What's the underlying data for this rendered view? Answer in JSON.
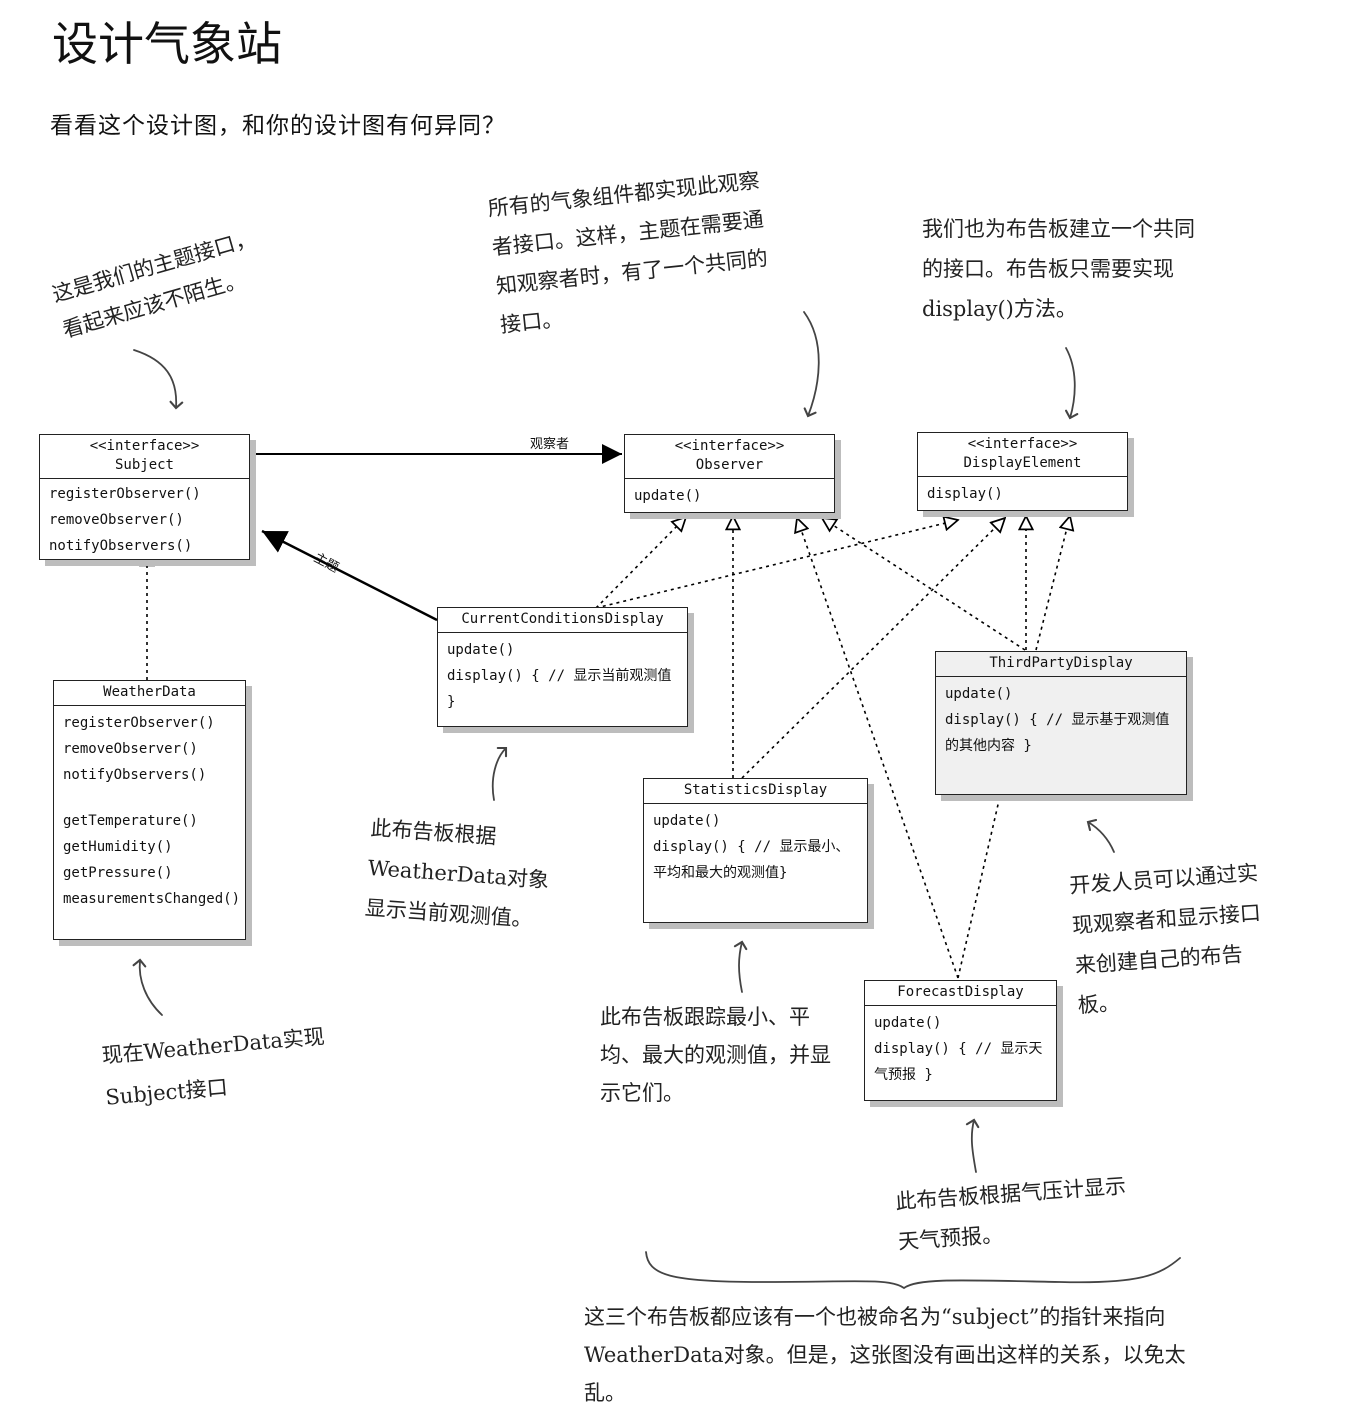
{
  "page": {
    "title": "设计气象站",
    "subtitle": "看看这个设计图，和你的设计图有何异同？"
  },
  "classes": {
    "subject": {
      "stereotype": "<<interface>>",
      "name": "Subject",
      "methods": [
        "registerObserver()",
        "removeObserver()",
        "notifyObservers()"
      ]
    },
    "observer": {
      "stereotype": "<<interface>>",
      "name": "Observer",
      "methods": [
        "update()"
      ]
    },
    "display_element": {
      "stereotype": "<<interface>>",
      "name": "DisplayElement",
      "methods": [
        "display()"
      ]
    },
    "weather_data": {
      "name": "WeatherData",
      "methods": [
        "registerObserver()",
        "removeObserver()",
        "notifyObservers()",
        "getTemperature()",
        "getHumidity()",
        "getPressure()",
        "measurementsChanged()"
      ]
    },
    "current_conditions": {
      "name": "CurrentConditionsDisplay",
      "methods": [
        "update()",
        "display() { // 显示当前观测值 }"
      ]
    },
    "statistics": {
      "name": "StatisticsDisplay",
      "methods": [
        "update()",
        "display() { // 显示最小、平均和最大的观测值}"
      ]
    },
    "third_party": {
      "name": "ThirdPartyDisplay",
      "methods": [
        "update()",
        "display() { // 显示基于观测值的其他内容 }"
      ]
    },
    "forecast": {
      "name": "ForecastDisplay",
      "methods": [
        "update()",
        "display() { // 显示天气预报 }"
      ]
    }
  },
  "edges": {
    "observers_label": "观察者",
    "subject_label": "主题"
  },
  "notes": {
    "subject_note": "这是我们的主题接口，看起来应该不陌生。",
    "observer_note": "所有的气象组件都实现此观察者接口。这样，主题在需要通知观察者时，有了一个共同的接口。",
    "display_note": "我们也为布告板建立一个共同的接口。布告板只需要实现display()方法。",
    "current_note": "此布告板根据WeatherData对象显示当前观测值。",
    "weather_note": "现在WeatherData实现Subject接口",
    "statistics_note": "此布告板跟踪最小、平均、最大的观测值，并显示它们。",
    "thirdparty_note": "开发人员可以通过实现观察者和显示接口来创建自己的布告板。",
    "forecast_note": "此布告板根据气压计显示天气预报。",
    "footer_note": "这三个布告板都应该有一个也被命名为“subject”的指针来指向WeatherData对象。但是，这张图没有画出这样的关系，以免太乱。"
  }
}
